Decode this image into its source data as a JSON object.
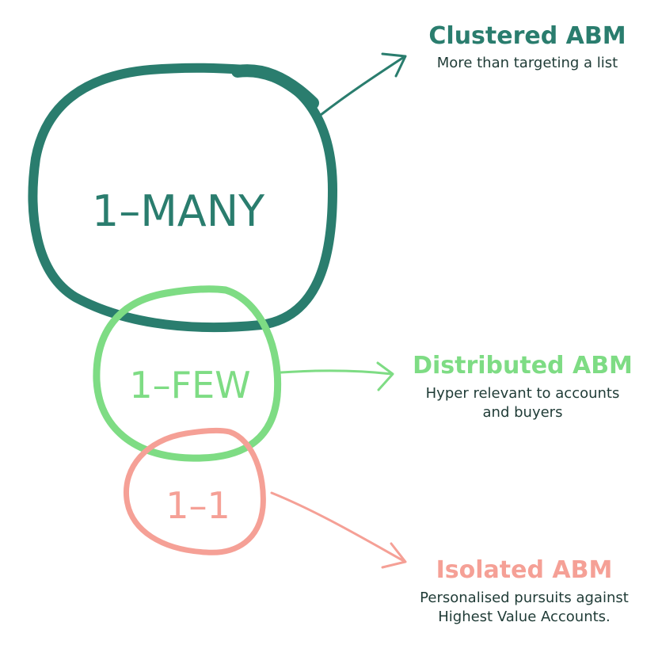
{
  "colors": {
    "dark_green": "#2a7d6e",
    "light_green": "#7edc84",
    "salmon": "#f5a096",
    "text_dark": "#1f3b36"
  },
  "circles": {
    "many": {
      "label": "1–MANY"
    },
    "few": {
      "label": "1–FEW"
    },
    "one": {
      "label": "1–1"
    }
  },
  "annotations": {
    "clustered": {
      "title": "Clustered ABM",
      "lines": [
        "More than targeting a list"
      ]
    },
    "distributed": {
      "title": "Distributed ABM",
      "lines": [
        "Hyper relevant to accounts",
        "and buyers"
      ]
    },
    "isolated": {
      "title": "Isolated ABM",
      "lines": [
        "Personalised pursuits against",
        "Highest Value Accounts."
      ]
    }
  }
}
